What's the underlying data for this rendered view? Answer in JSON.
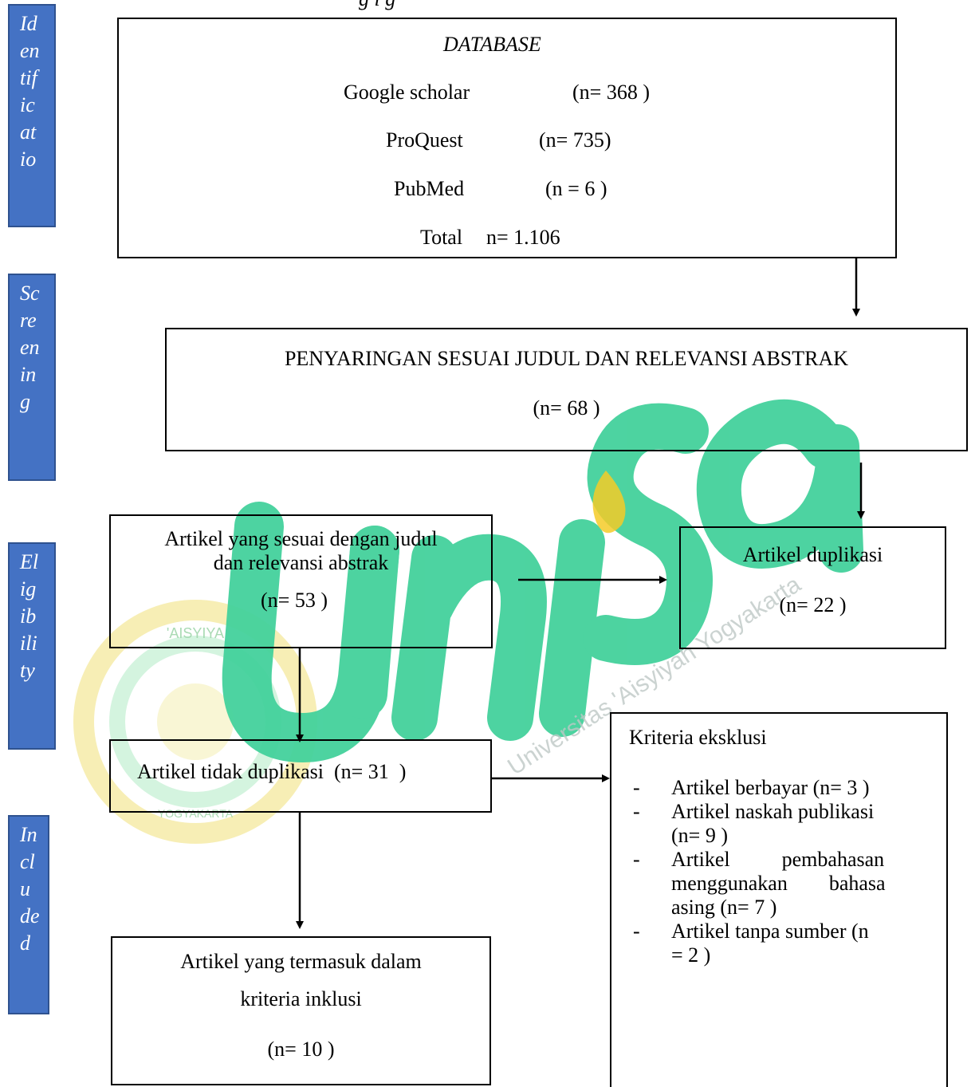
{
  "header_partial": "g   i   g",
  "stages": [
    {
      "lines": [
        "Id",
        "en",
        "tif",
        "ic",
        "at",
        "io"
      ]
    },
    {
      "lines": [
        "Sc",
        "re",
        "en",
        "in",
        "g"
      ]
    },
    {
      "lines": [
        "El",
        "ig",
        "ib",
        "ili",
        "ty"
      ]
    },
    {
      "lines": [
        "In",
        "cl",
        "u",
        "de",
        "d"
      ]
    }
  ],
  "database": {
    "title": "DATABASE",
    "rows": [
      {
        "name": "Google scholar",
        "count": "(n= 368 )"
      },
      {
        "name": "ProQuest",
        "count": "(n= 735)"
      },
      {
        "name": "PubMed",
        "count": "(n = 6 )"
      }
    ],
    "total_label": "Total",
    "total_value": "n= 1.106"
  },
  "screening": {
    "title": "PENYARINGAN SESUAI JUDUL DAN RELEVANSI ABSTRAK",
    "count": "(n= 68 )"
  },
  "eligible": {
    "line1": "Artikel yang sesuai dengan judul",
    "line2": "dan relevansi abstrak",
    "count": "(n= 53 )"
  },
  "duplicate": {
    "label": "Artikel duplikasi",
    "count": "(n= 22 )"
  },
  "not_duplicate": {
    "label": "Artikel tidak duplikasi  (n= 31  )"
  },
  "exclusion": {
    "title": "Kriteria eksklusi",
    "items": [
      {
        "l1": "Artikel berbayar (n= 3 )"
      },
      {
        "l1": "Artikel naskah publikasi",
        "l2": "(n= 9 )"
      },
      {
        "l1": "Artikel          pembahasan",
        "l2": "menggunakan        bahasa",
        "l3": "asing (n= 7 )"
      },
      {
        "l1": "Artikel tanpa sumber (n",
        "l2": "= 2 )"
      }
    ]
  },
  "included": {
    "line1": "Artikel yang termasuk dalam",
    "line2": "kriteria inklusi",
    "count": "(n= 10 )"
  },
  "watermark": {
    "text": "Universitas 'Aisyiyah Yogyakarta",
    "seal_top": "'AISYIYA",
    "seal_bottom": "YOGYAKARTA",
    "colors": {
      "green": "#22c98a",
      "gold": "#f2c200",
      "light_green": "#a5e9c6"
    }
  }
}
